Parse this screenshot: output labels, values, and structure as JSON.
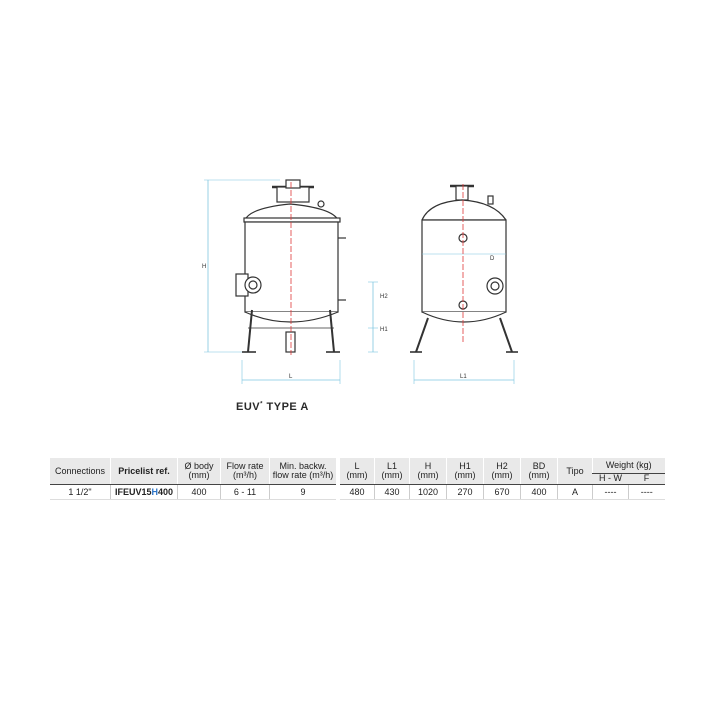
{
  "caption": {
    "text": "EUV",
    "sup": "*",
    "type": "TYPE A"
  },
  "drawing": {
    "left_labels": {
      "H": "H",
      "H2": "H2",
      "H1": "H1",
      "L": "L"
    },
    "right_labels": {
      "D": "D",
      "L1": "L1"
    }
  },
  "table_left": {
    "headers": [
      "Connections",
      "Pricelist ref.",
      "Ø body (mm)",
      "Flow rate (m³/h)",
      "Min. backw. flow rate (m³/h)"
    ],
    "header_lines": [
      [
        "Connections"
      ],
      [
        "Pricelist ref."
      ],
      [
        "Ø body",
        "(mm)"
      ],
      [
        "Flow rate",
        "(m³/h)"
      ],
      [
        "Min. backw.",
        "flow rate (m³/h)"
      ]
    ],
    "row": {
      "connections": "1 1/2\"",
      "ref_prefix": "IFEUV15",
      "ref_highlight": "H",
      "ref_suffix": "400",
      "body": "400",
      "flow": "6 - 11",
      "backwash": "9"
    }
  },
  "table_right": {
    "header_lines": [
      [
        "L",
        "(mm)"
      ],
      [
        "L1",
        "(mm)"
      ],
      [
        "H",
        "(mm)"
      ],
      [
        "H1",
        "(mm)"
      ],
      [
        "H2",
        "(mm)"
      ],
      [
        "BD",
        "(mm)"
      ],
      [
        "Tipo"
      ]
    ],
    "weight_header": "Weight (kg)",
    "weight_sub": [
      "H - W",
      "F"
    ],
    "row": [
      "480",
      "430",
      "1020",
      "270",
      "670",
      "400",
      "A",
      "----",
      "----"
    ]
  }
}
